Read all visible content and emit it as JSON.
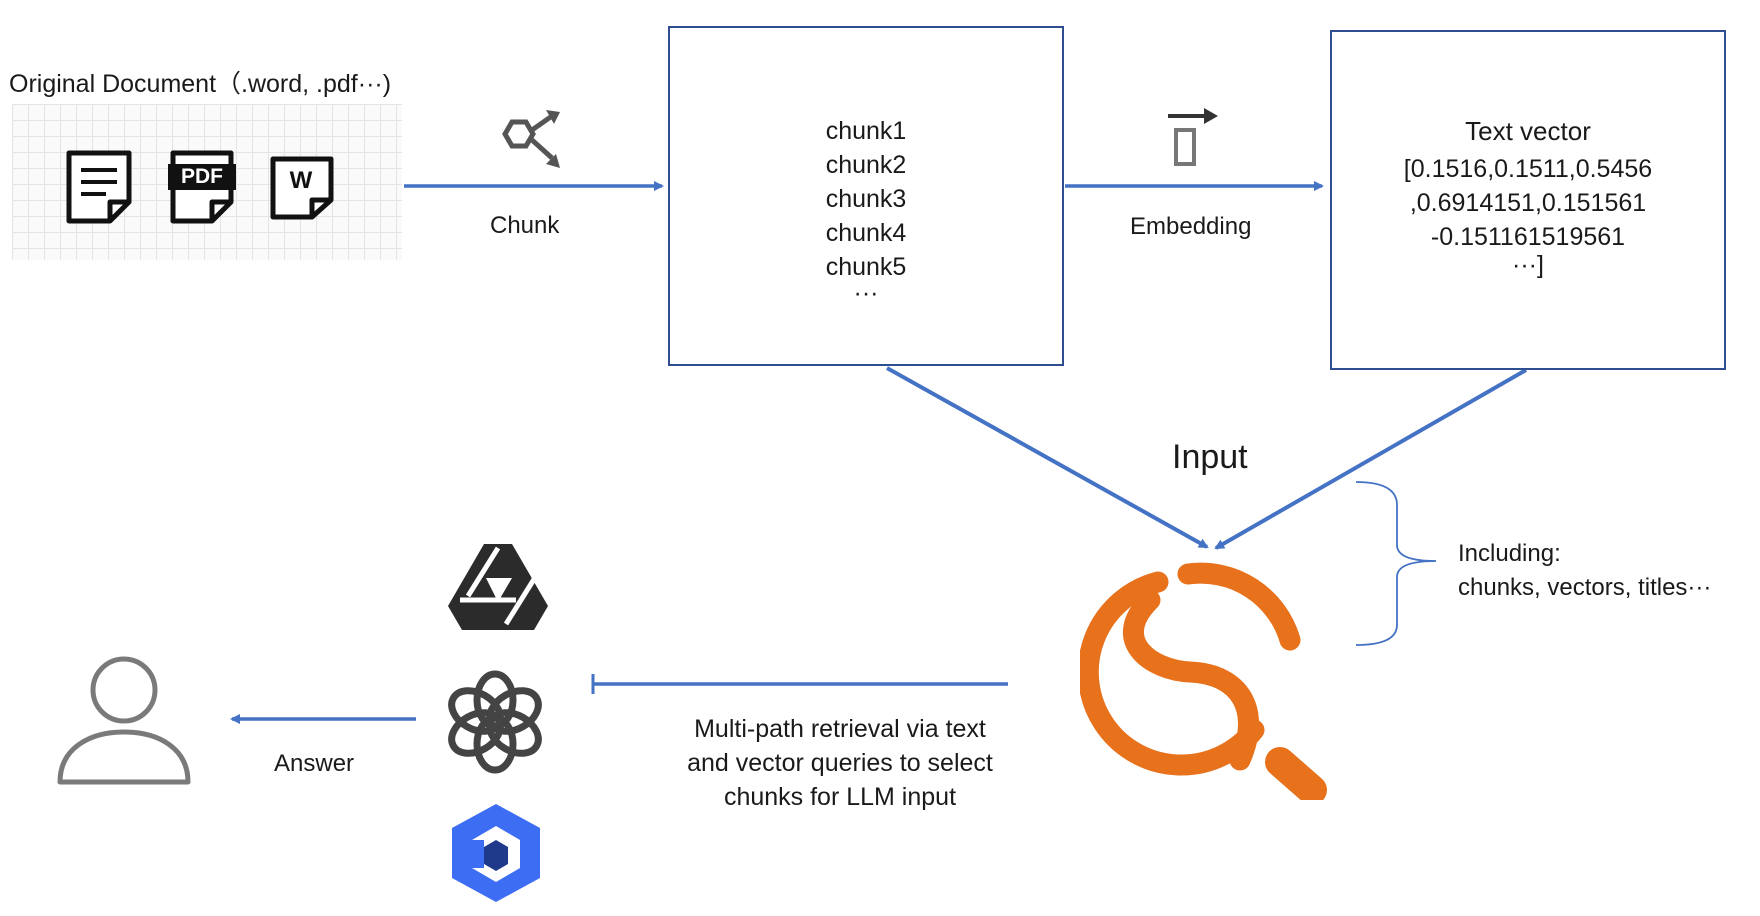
{
  "document": {
    "title": "Original Document（.word, .pdf···)",
    "pdf_badge": "PDF",
    "word_badge": "W"
  },
  "chunk_step": {
    "label": "Chunk"
  },
  "chunks_box": {
    "items": [
      "chunk1",
      "chunk2",
      "chunk3",
      "chunk4",
      "chunk5",
      "···"
    ]
  },
  "embedding_step": {
    "label": "Embedding"
  },
  "vector_box": {
    "title": "Text vector",
    "lines": [
      "[0.1516,0.1511,0.5456",
      ",0.6914151,0.151561",
      "-0.151161519561",
      "···]"
    ]
  },
  "input_label": "Input",
  "including": {
    "line1": "Including:",
    "line2": "chunks, vectors, titles···"
  },
  "retrieval": {
    "lines": [
      "Multi-path retrieval via text",
      "and vector queries to select",
      "chunks for LLM input"
    ]
  },
  "answer_label": "Answer",
  "colors": {
    "arrow": "#4472c4",
    "box_border": "#2f4e8f",
    "search_logo": "#e8711c",
    "llm_blue": "#3d6df2"
  },
  "icons": [
    "document-icon",
    "pdf-icon",
    "word-icon",
    "chunk-split-icon",
    "embedding-icon",
    "search-logo-icon",
    "llm-qwen-icon",
    "llm-openai-icon",
    "llm-blue-cube-icon",
    "user-icon"
  ]
}
